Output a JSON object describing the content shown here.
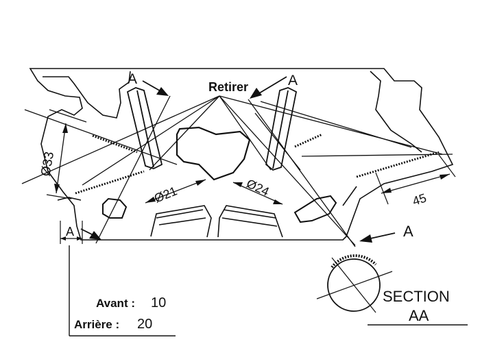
{
  "labels": {
    "retirer": "Retirer",
    "section_arrow": "A",
    "diam_33": "Ø33",
    "diam_21": "Ø21",
    "diam_24": "Ø24",
    "dim_45": "45",
    "dim_a": "A",
    "section_line1": "SECTION",
    "section_line2": "AA"
  },
  "notes": {
    "avant_label": "Avant :",
    "avant_value": "10",
    "arriere_label": "Arrière :",
    "arriere_value": "20"
  }
}
